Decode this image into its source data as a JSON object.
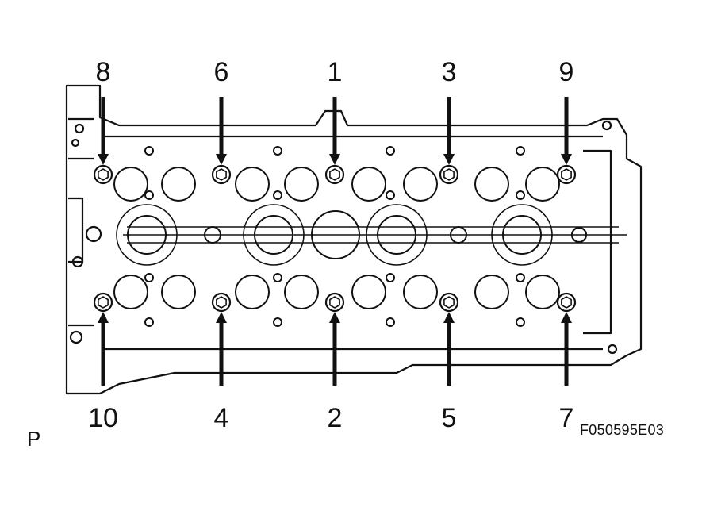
{
  "view_letter": "P",
  "figure_code": "F050595E03",
  "bolts": [
    {
      "label": "8",
      "row": "top",
      "column": 1
    },
    {
      "label": "6",
      "row": "top",
      "column": 2
    },
    {
      "label": "1",
      "row": "top",
      "column": 3
    },
    {
      "label": "3",
      "row": "top",
      "column": 4
    },
    {
      "label": "9",
      "row": "top",
      "column": 5
    },
    {
      "label": "10",
      "row": "bottom",
      "column": 1
    },
    {
      "label": "4",
      "row": "bottom",
      "column": 2
    },
    {
      "label": "2",
      "row": "bottom",
      "column": 3
    },
    {
      "label": "5",
      "row": "bottom",
      "column": 4
    },
    {
      "label": "7",
      "row": "bottom",
      "column": 5
    }
  ]
}
